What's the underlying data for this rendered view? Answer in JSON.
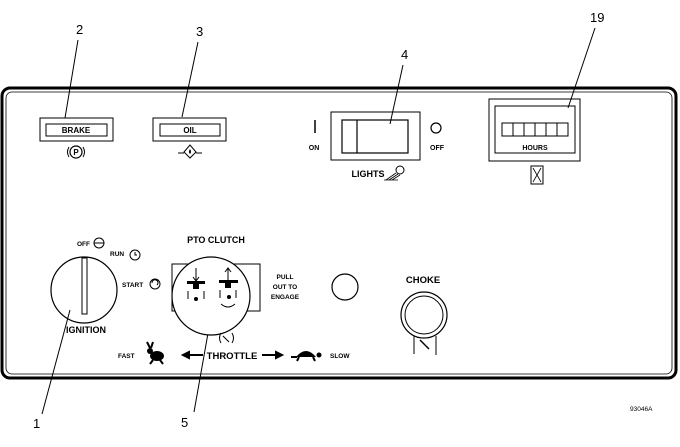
{
  "callouts": {
    "c1": "1",
    "c2": "2",
    "c3": "3",
    "c4": "4",
    "c5": "5",
    "c19": "19"
  },
  "indicators": {
    "brake": "BRAKE",
    "oil": "OIL"
  },
  "lights": {
    "on": "ON",
    "off": "OFF",
    "label": "LIGHTS"
  },
  "hour_meter": {
    "label": "HOURS"
  },
  "ignition": {
    "label": "IGNITION",
    "off": "OFF",
    "run": "RUN",
    "start": "START"
  },
  "pto": {
    "label": "PTO CLUTCH",
    "line1": "PULL",
    "line2": "OUT TO",
    "line3": "ENGAGE"
  },
  "choke": {
    "label": "CHOKE"
  },
  "throttle": {
    "label": "THROTTLE",
    "fast": "FAST",
    "slow": "SLOW"
  },
  "figure_id": "93046A"
}
